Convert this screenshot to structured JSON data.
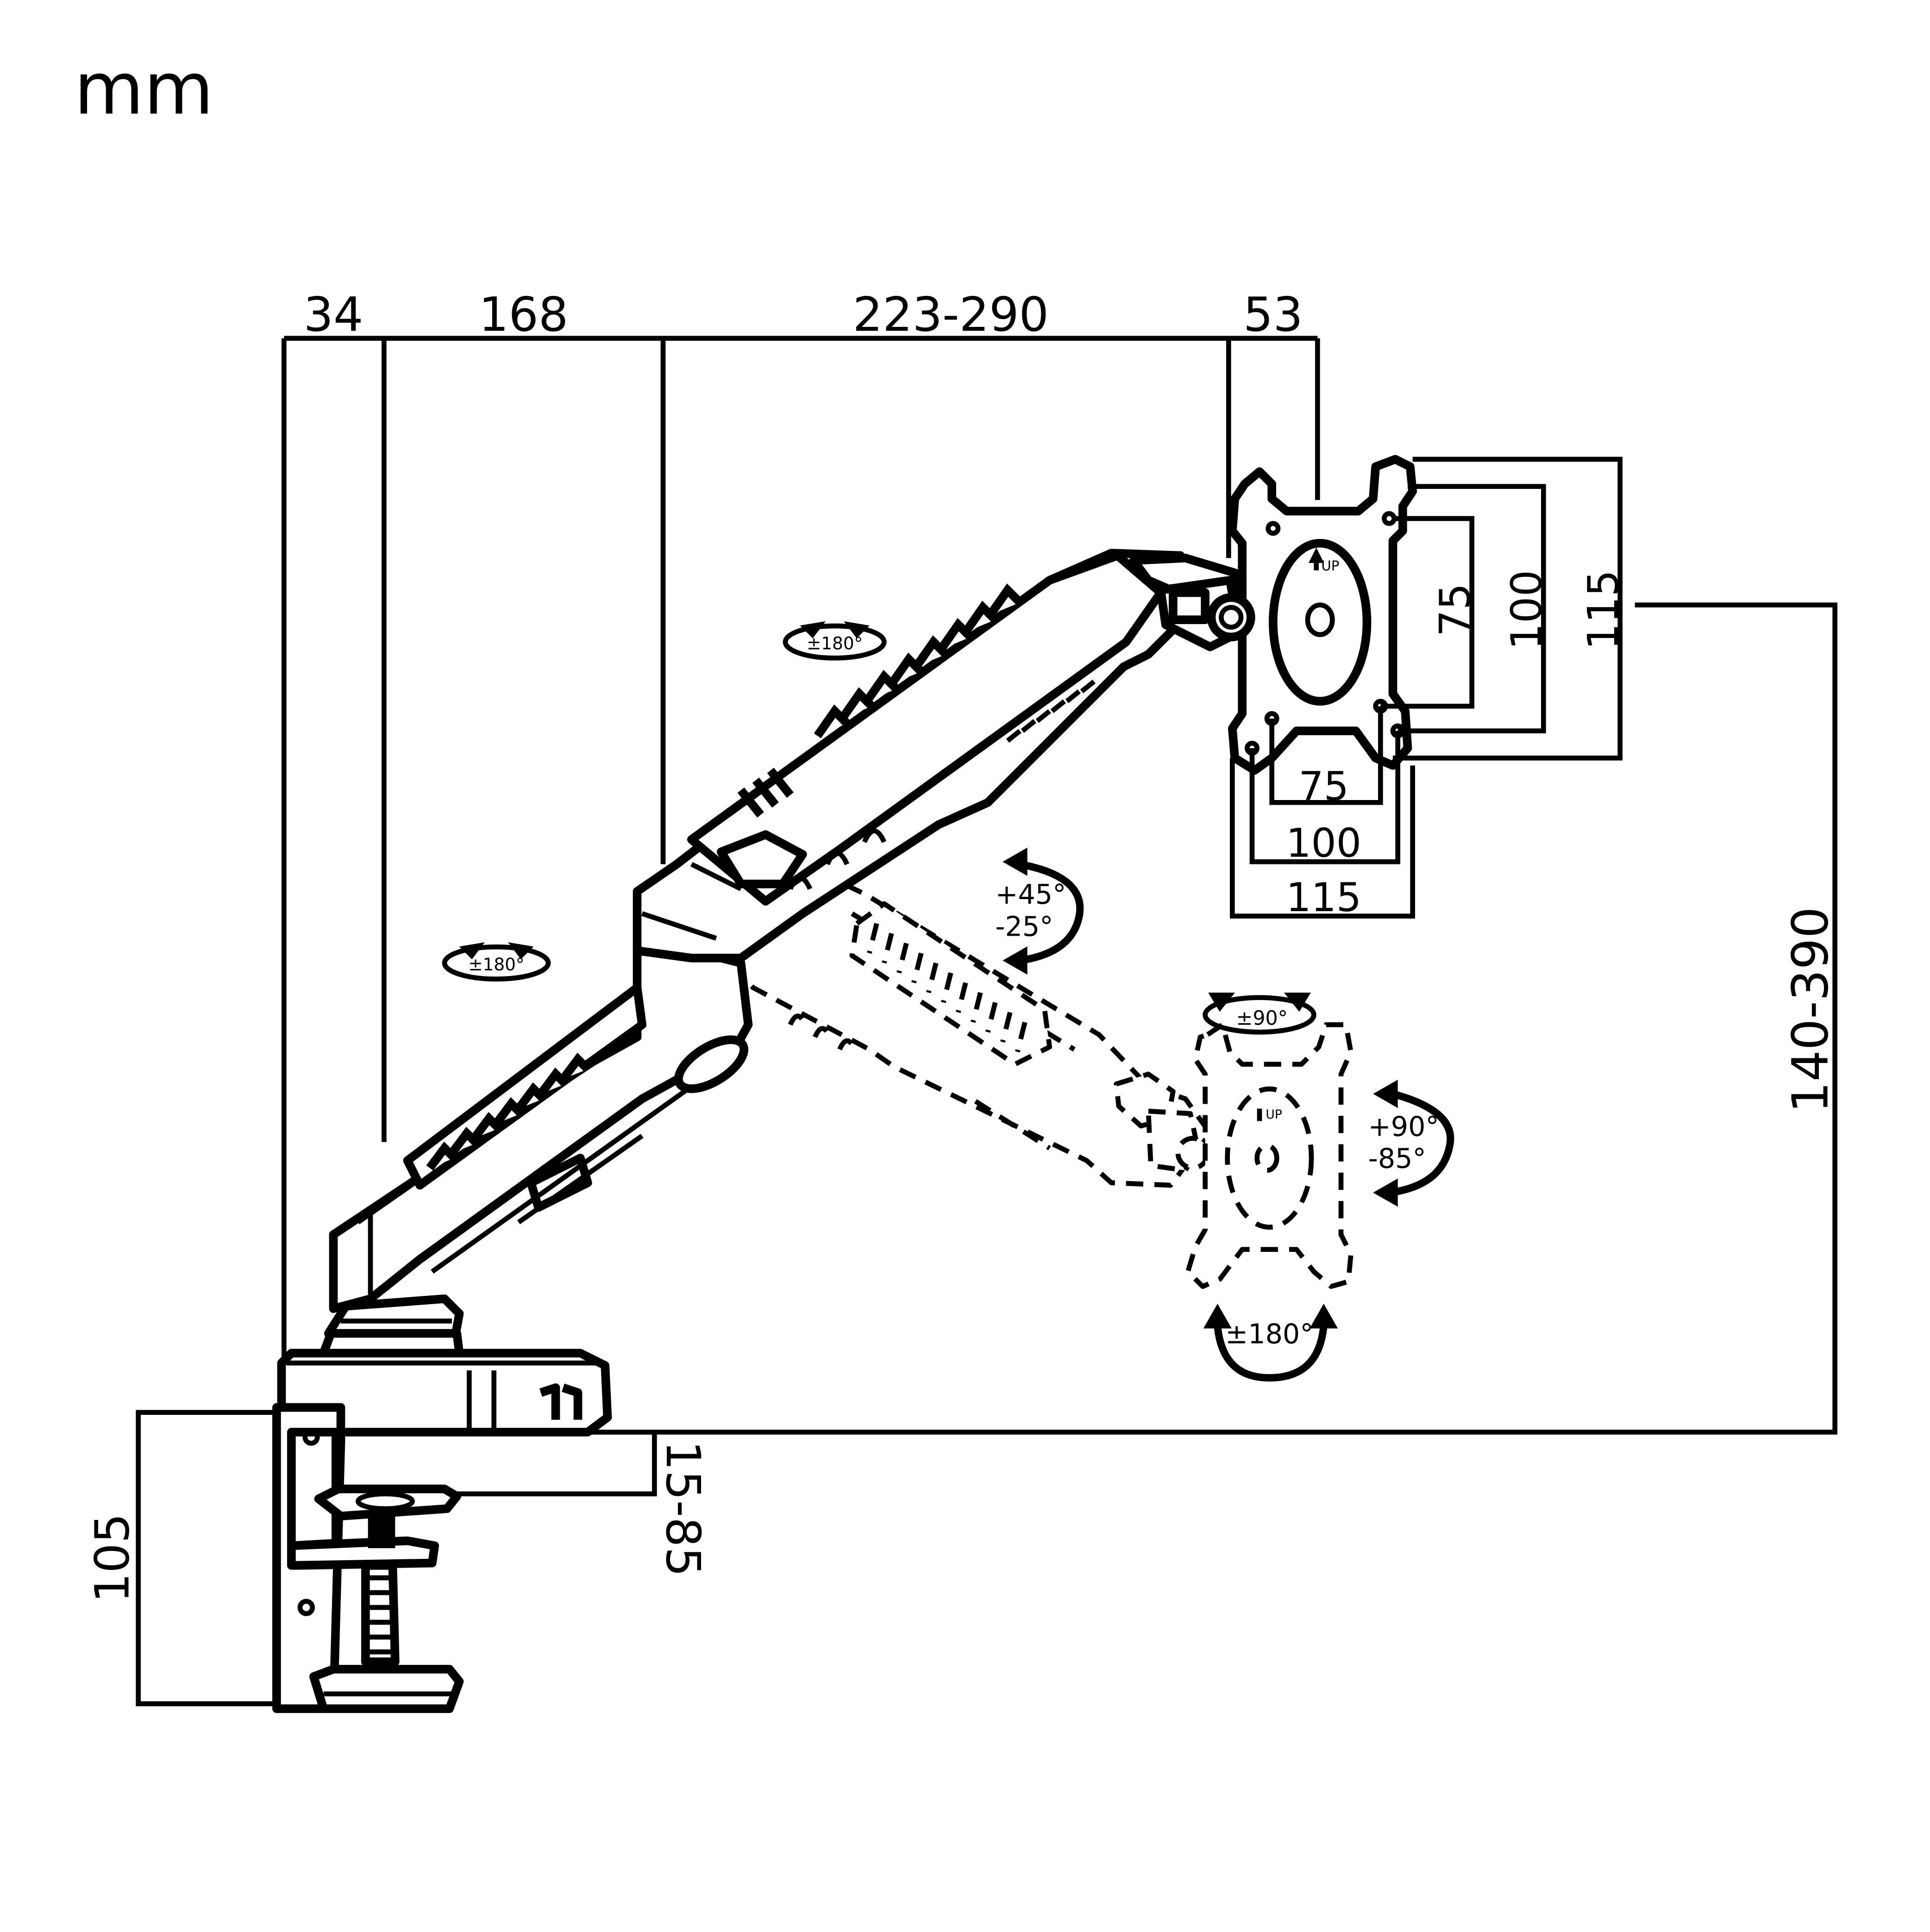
{
  "unit_label": "mm",
  "top_dimensions": {
    "clamp_offset": "34",
    "lower_arm": "168",
    "upper_arm": "223-290",
    "head": "53"
  },
  "plate_top": {
    "up_label": "UP",
    "vertical": {
      "a": "75",
      "b": "100",
      "c": "115"
    },
    "horizontal": {
      "a": "75",
      "b": "100",
      "c": "115"
    }
  },
  "height_range": "140-390",
  "desk_thickness": "15-85",
  "clamp_height": "105",
  "rotations": {
    "upper_arm_swivel": "±180°",
    "lower_arm_swivel": "±180°",
    "tilt_up": "+45°",
    "tilt_down": "-25°",
    "swivel": "±90°",
    "tilt2_up": "+90°",
    "tilt2_down": "-85°",
    "rotate": "±180°"
  },
  "plate_ghost": {
    "up_label": "UP"
  }
}
